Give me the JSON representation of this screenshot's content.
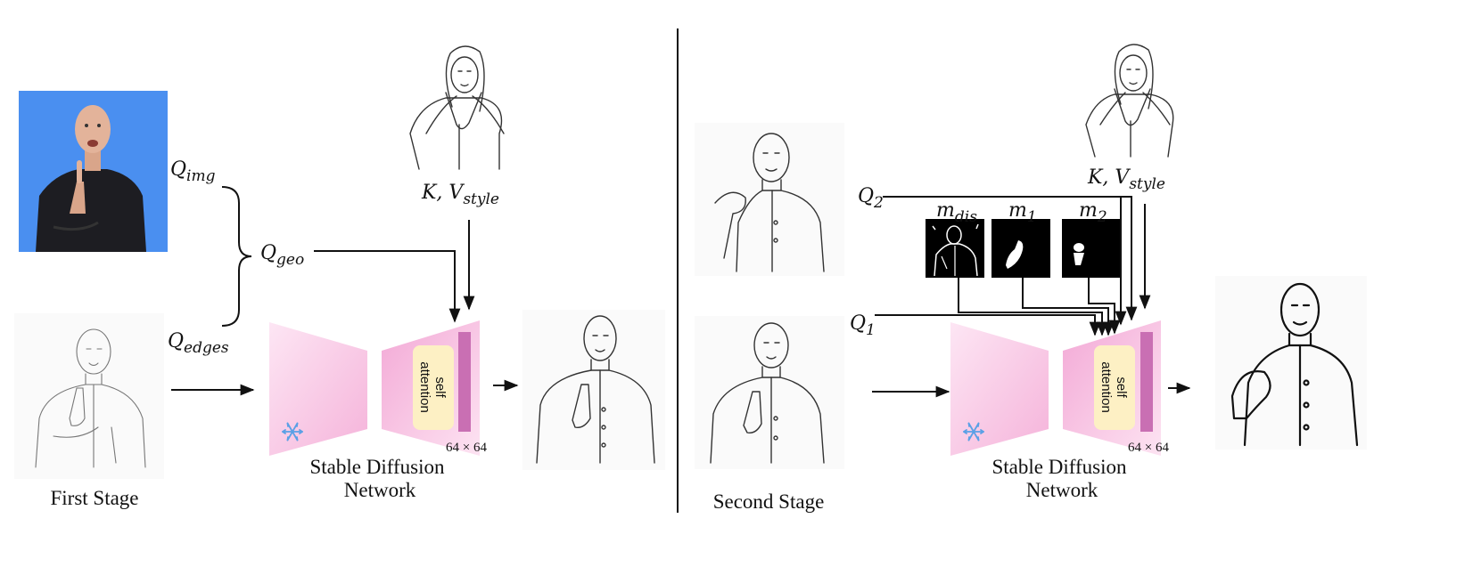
{
  "left_panel": {
    "stage_caption": "First Stage",
    "q_img": {
      "base": "Q",
      "sub": "img"
    },
    "q_geo": {
      "base": "Q",
      "sub": "geo"
    },
    "q_edges": {
      "base": "Q",
      "sub": "edges"
    },
    "kv_style": {
      "base": "K, V",
      "sub": "style"
    },
    "network_caption_line1": "Stable Diffusion",
    "network_caption_line2": "Network",
    "attention_line1": "self",
    "attention_line2": "attention",
    "resolution": "64 × 64"
  },
  "right_panel": {
    "stage_caption": "Second Stage",
    "q2": {
      "base": "Q",
      "sub": "2"
    },
    "q1": {
      "base": "Q",
      "sub": "1"
    },
    "kv_style": {
      "base": "K, V",
      "sub": "style"
    },
    "mask_dis": {
      "base": "m",
      "sub": "dis"
    },
    "mask_1": {
      "base": "m",
      "sub": "1"
    },
    "mask_2": {
      "base": "m",
      "sub": "2"
    },
    "network_caption_line1": "Stable Diffusion",
    "network_caption_line2": "Network",
    "attention_line1": "self",
    "attention_line2": "attention",
    "resolution": "64 × 64"
  },
  "colors": {
    "photo_background": "#4a8ff0",
    "encoder_pink": "#f5b8de",
    "attention_box": "#fdf0c4",
    "attention_bar": "#c96fb3",
    "snowflake": "#5aa0e6"
  },
  "icons": [
    "snowflake-icon"
  ]
}
